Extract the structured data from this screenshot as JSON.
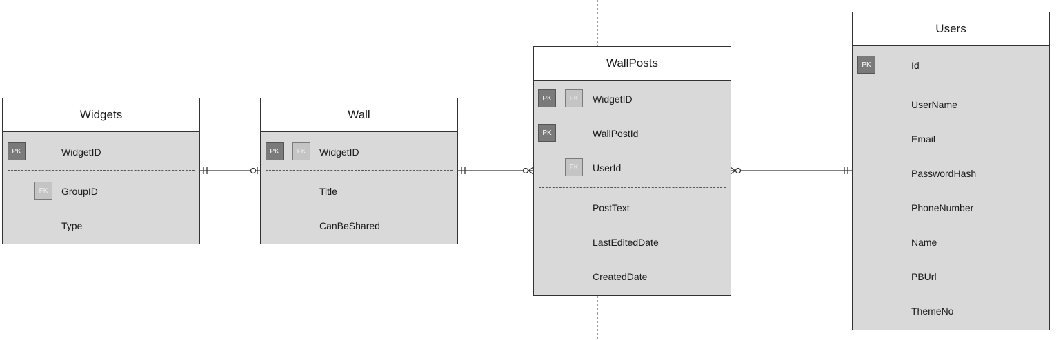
{
  "entities": {
    "widgets": {
      "title": "Widgets",
      "rows": [
        {
          "pk": "PK",
          "name": "WidgetID"
        },
        {
          "fk": "FK",
          "name": "GroupID"
        },
        {
          "name": "Type"
        }
      ]
    },
    "wall": {
      "title": "Wall",
      "rows": [
        {
          "pk": "PK",
          "fk": "FK",
          "name": "WidgetID"
        },
        {
          "name": "Title"
        },
        {
          "name": "CanBeShared"
        }
      ]
    },
    "wallposts": {
      "title": "WallPosts",
      "rows": [
        {
          "pk": "PK",
          "fk": "FK",
          "name": "WidgetID"
        },
        {
          "pk": "PK",
          "name": "WallPostId"
        },
        {
          "fk": "FK",
          "name": "UserId"
        },
        {
          "name": "PostText"
        },
        {
          "name": "LastEditedDate"
        },
        {
          "name": "CreatedDate"
        }
      ]
    },
    "users": {
      "title": "Users",
      "rows": [
        {
          "pk": "PK",
          "name": "Id"
        },
        {
          "name": "UserName"
        },
        {
          "name": "Email"
        },
        {
          "name": "PasswordHash"
        },
        {
          "name": "PhoneNumber"
        },
        {
          "name": "Name"
        },
        {
          "name": "PBUrl"
        },
        {
          "name": "ThemeNo"
        }
      ]
    }
  }
}
